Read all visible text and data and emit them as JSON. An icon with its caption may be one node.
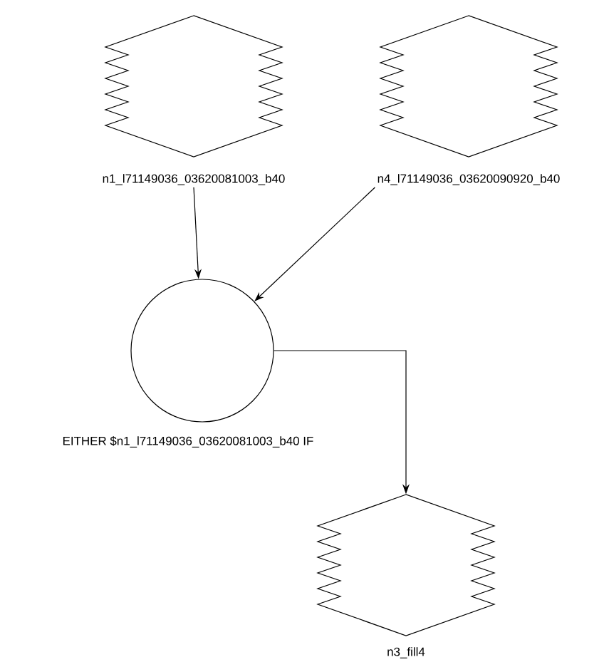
{
  "diagram": {
    "nodes": [
      {
        "text": [
          "n1_l71149036_03620081003_b40"
        ]
      },
      {
        "text": [
          "n4_l71149036_03620090920_b40"
        ]
      },
      {
        "text": [
          "EITHER $n1_l71149036_03620081003_b40 IF"
        ]
      },
      {
        "text": [
          "n3_fill4"
        ]
      }
    ],
    "edges": [
      {
        "from": 0,
        "to": 2,
        "arrow": "to"
      },
      {
        "from": 1,
        "to": 2,
        "arrow": "to"
      },
      {
        "from": 2,
        "to": 3,
        "arrow": "to"
      }
    ]
  }
}
